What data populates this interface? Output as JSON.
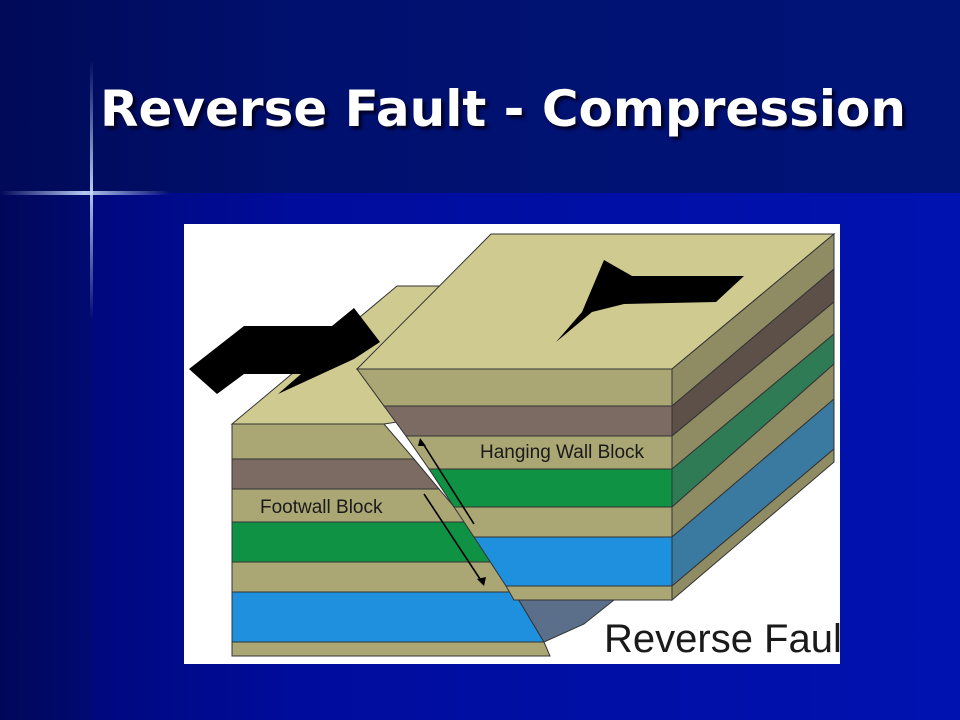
{
  "slide": {
    "title": "Reverse Fault - Compression"
  },
  "diagram": {
    "labels": {
      "hanging_wall": "Hanging Wall Block",
      "footwall": "Footwall Block",
      "caption": "Reverse Fault"
    },
    "colors": {
      "tan": "#aaa774",
      "tan_top": "#cfcb90",
      "brown": "#7b6b63",
      "green": "#109244",
      "blue": "#1e90de",
      "arrow": "#000000"
    }
  }
}
